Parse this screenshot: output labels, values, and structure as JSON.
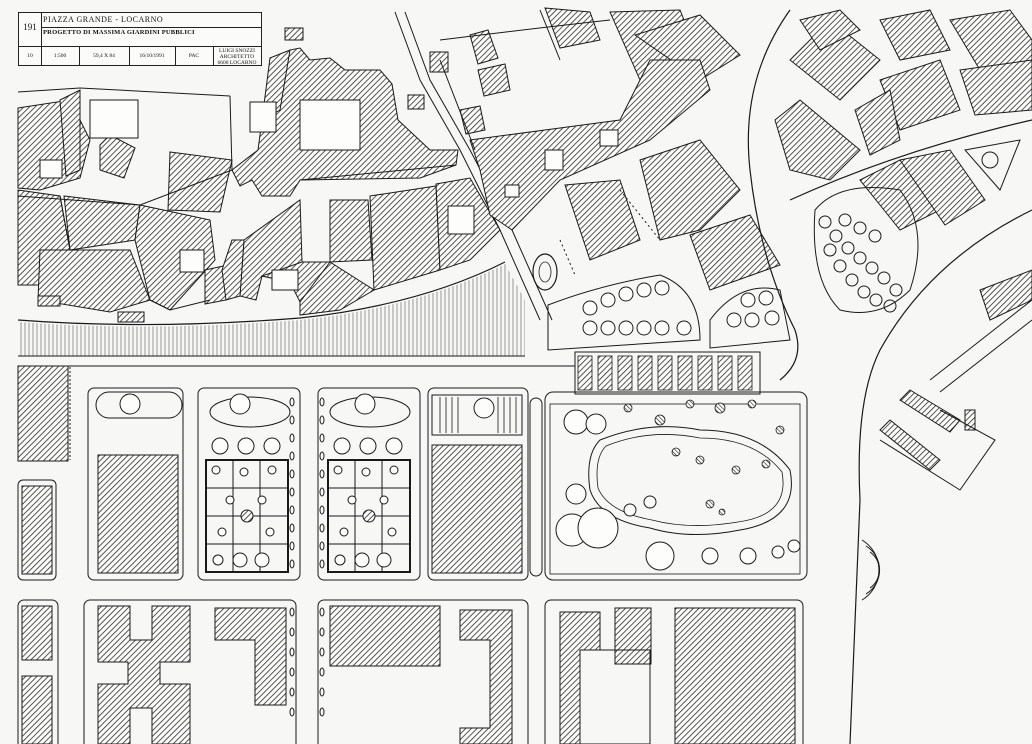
{
  "title_block": {
    "sheet_number": "191",
    "title": "PIAZZA GRANDE  -  LOCARNO",
    "subtitle": "PROGETTO DI MASSIMA  GIARDINI PUBBLICI",
    "table_number": "10",
    "scale": "1:500",
    "paper_size": "59,4 X 84",
    "date": "16/10/1991",
    "drawn_by": "PAC",
    "architect_lines": [
      "LUIGI SNOZZI",
      "ARCHITETTO",
      "6600 LOCARNO"
    ]
  },
  "colors": {
    "ink": "#1a1a1a",
    "paper": "#f7f7f5",
    "hatch": "#2a2a2a"
  }
}
